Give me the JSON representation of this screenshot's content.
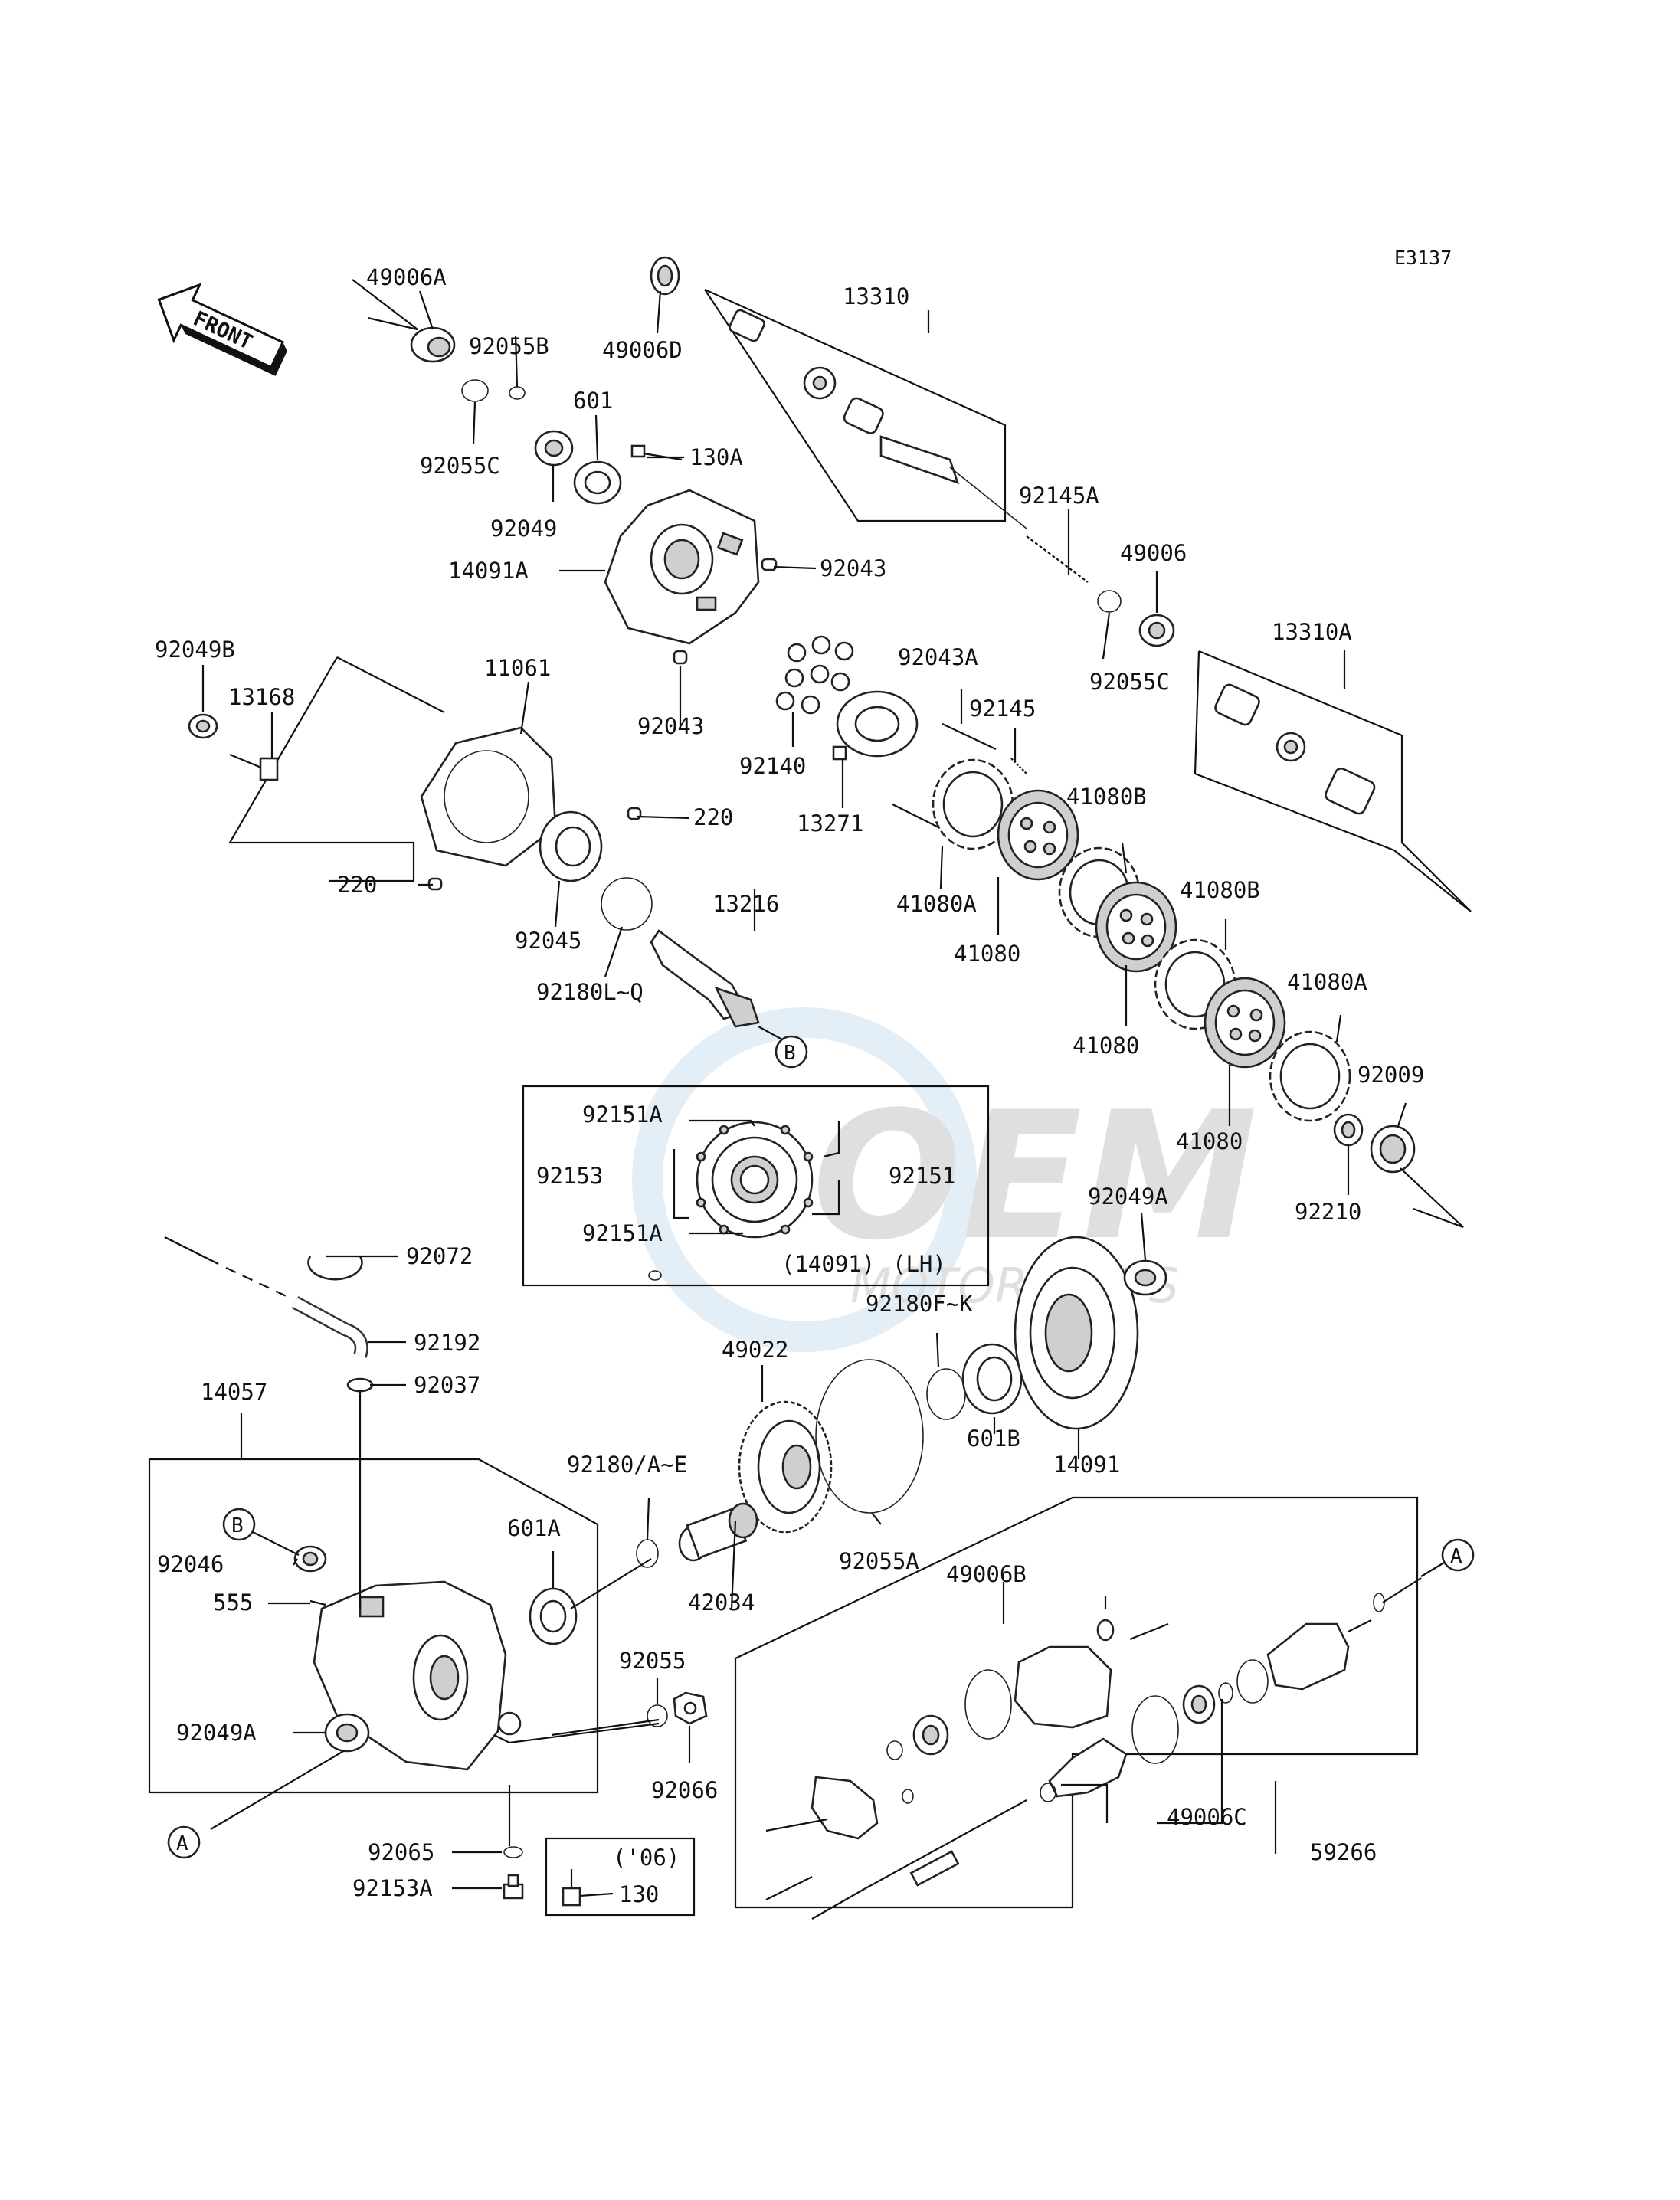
{
  "diagram_code": "E3137",
  "front_label": "FRONT",
  "watermark": {
    "brand": "OEM",
    "sub": "MOTORPARTS"
  },
  "callouts": {
    "A": "A",
    "B": "B"
  },
  "inset_caption": {
    "ref": "(14091)",
    "side": "(LH)"
  },
  "small_inset_caption": "('06)",
  "labels": {
    "l49006A": "49006A",
    "l49006D": "49006D",
    "l13310": "13310",
    "l92055B": "92055B",
    "l601": "601",
    "l130A": "130A",
    "l92055C": "92055C",
    "l92049": "92049",
    "l14091A": "14091A",
    "l92043a": "92043",
    "l92145A": "92145A",
    "l49006": "49006",
    "l13310A": "13310A",
    "l92049B": "92049B",
    "l13168": "13168",
    "l11061": "11061",
    "l92043b": "92043",
    "l92043A": "92043A",
    "l92055Cb": "92055C",
    "l92145": "92145",
    "l92140": "92140",
    "l220a": "220",
    "l220b": "220",
    "l13271": "13271",
    "l41080A": "41080A",
    "l41080B": "41080B",
    "l92045": "92045",
    "l13216": "13216",
    "l41080a": "41080",
    "l41080Bb": "41080B",
    "l92180LQ": "92180L~Q",
    "l41080Ab": "41080A",
    "l41080b": "41080",
    "l92009": "92009",
    "l92151A": "92151A",
    "l92153": "92153",
    "l92151": "92151",
    "l92151Ab": "92151A",
    "l41080c": "41080",
    "l92210": "92210",
    "l92049A": "92049A",
    "l92072": "92072",
    "l92192": "92192",
    "l92180FK": "92180F~K",
    "l14057": "14057",
    "l92037": "92037",
    "l49022": "49022",
    "l92180AE": "92180/A~E",
    "l601B": "601B",
    "l14091": "14091",
    "l601A": "601A",
    "l92046": "92046",
    "l92055A": "92055A",
    "l555": "555",
    "l42034": "42034",
    "l49006B": "49006B",
    "l92055": "92055",
    "l92049Ab": "92049A",
    "l92066": "92066",
    "l49006C": "49006C",
    "l92065": "92065",
    "l59266": "59266",
    "l92153A": "92153A",
    "l130": "130"
  }
}
